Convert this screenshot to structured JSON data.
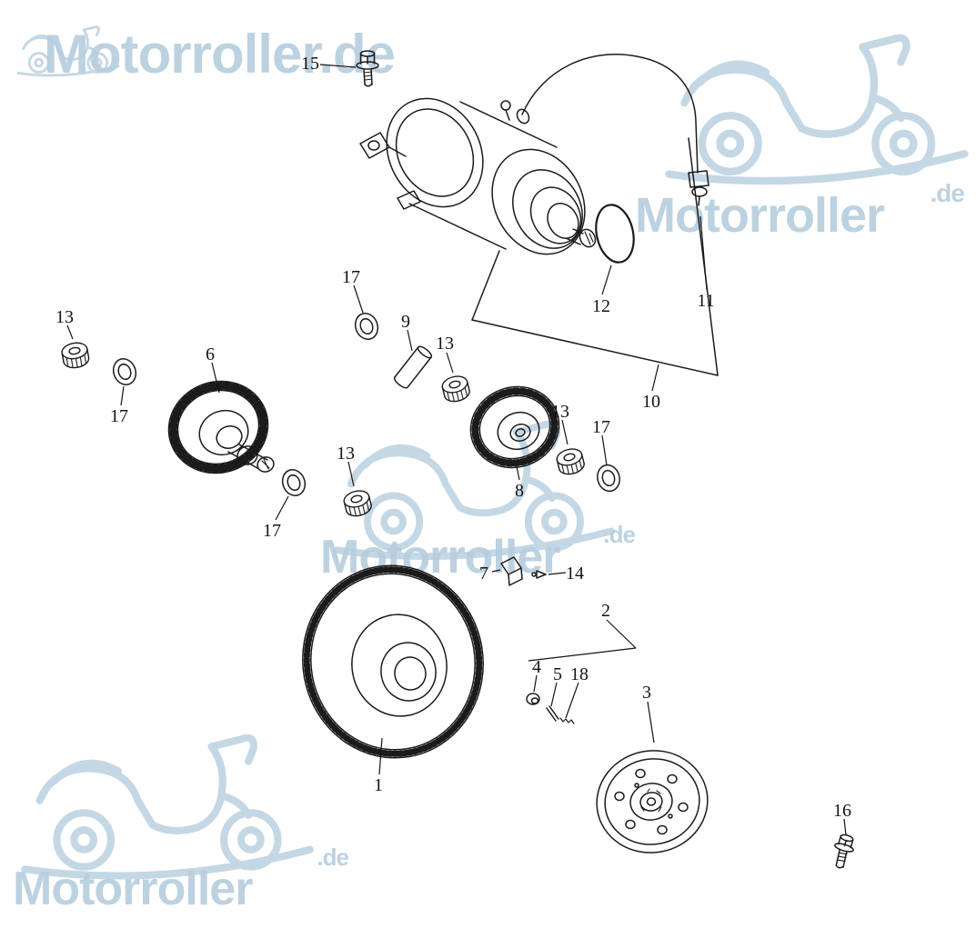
{
  "watermarks": {
    "color": "#b6cede",
    "top_left": {
      "text": "Motorroller.de"
    },
    "top_right": {
      "text": "Motorroller",
      "tld": ".de"
    },
    "middle": {
      "text": "Motorroller",
      "tld": ".de"
    },
    "bottom_left": {
      "text": "Motorroller",
      "tld": ".de"
    }
  },
  "callouts": {
    "n1": "1",
    "n2": "2",
    "n3": "3",
    "n4": "4",
    "n5": "5",
    "n6": "6",
    "n7": "7",
    "n8": "8",
    "n9": "9",
    "n10": "10",
    "n11": "11",
    "n12": "12",
    "n13a": "13",
    "n13b": "13",
    "n13c": "13",
    "n13d": "13",
    "n14": "14",
    "n15": "15",
    "n16": "16",
    "n17a": "17",
    "n17b": "17",
    "n17c": "17",
    "n17d": "17",
    "n18": "18"
  }
}
